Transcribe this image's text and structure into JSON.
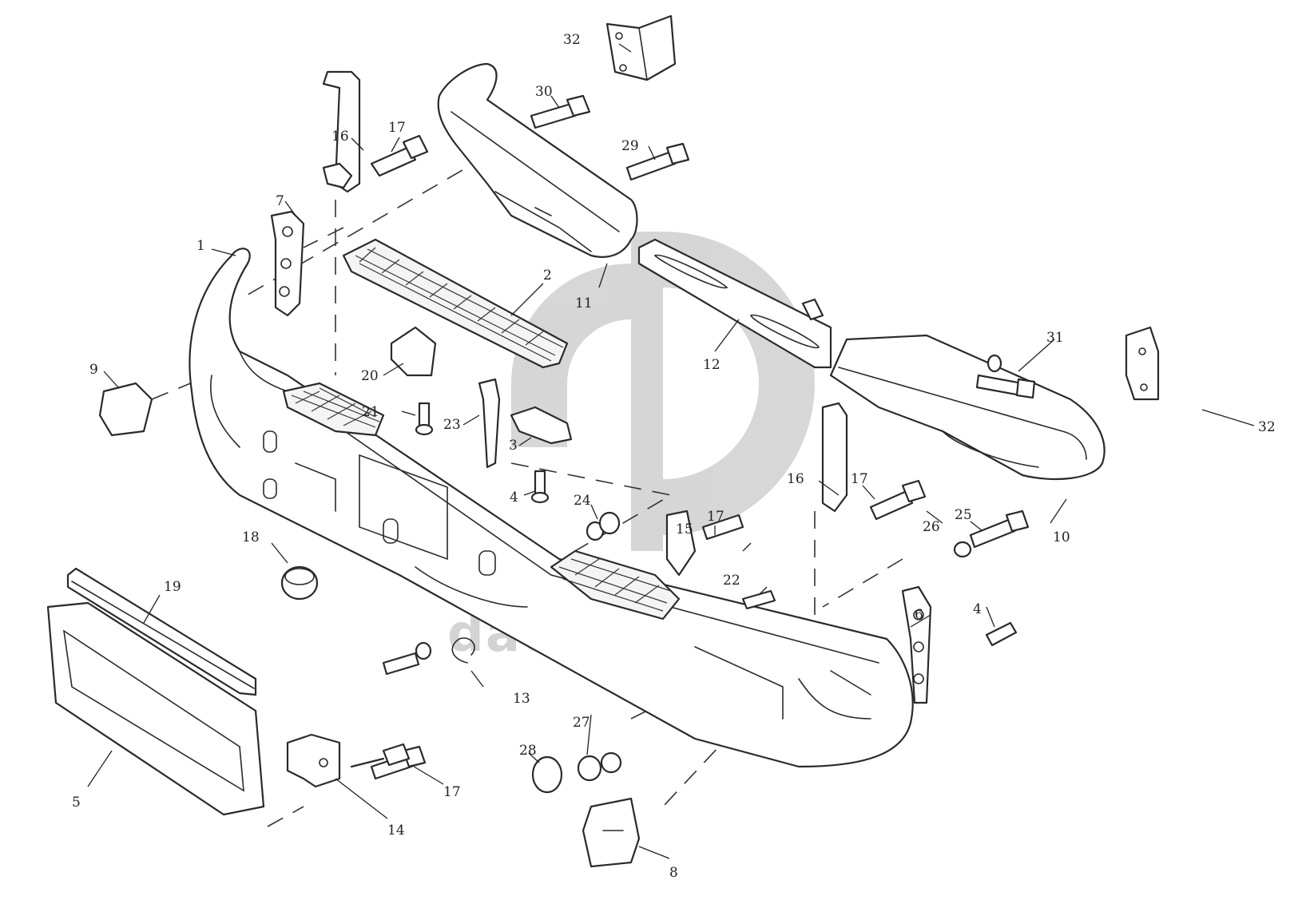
{
  "watermark": {
    "text": "data-parts",
    "color": "#cfcfcf"
  },
  "callouts": {
    "c1": "1",
    "c2": "2",
    "c3": "3",
    "c4a": "4",
    "c4b": "4",
    "c5": "5",
    "c6": "6",
    "c7": "7",
    "c8": "8",
    "c9": "9",
    "c10": "10",
    "c11": "11",
    "c12": "12",
    "c13": "13",
    "c14": "14",
    "c15": "15",
    "c16a": "16",
    "c16b": "16",
    "c17a": "17",
    "c17b": "17",
    "c17c": "17",
    "c17d": "17",
    "c18": "18",
    "c19": "19",
    "c20": "20",
    "c21": "21",
    "c22": "22",
    "c23": "23",
    "c24": "24",
    "c25": "25",
    "c26": "26",
    "c27": "27",
    "c28": "28",
    "c29": "29",
    "c30": "30",
    "c31": "31",
    "c32a": "32",
    "c32b": "32"
  }
}
